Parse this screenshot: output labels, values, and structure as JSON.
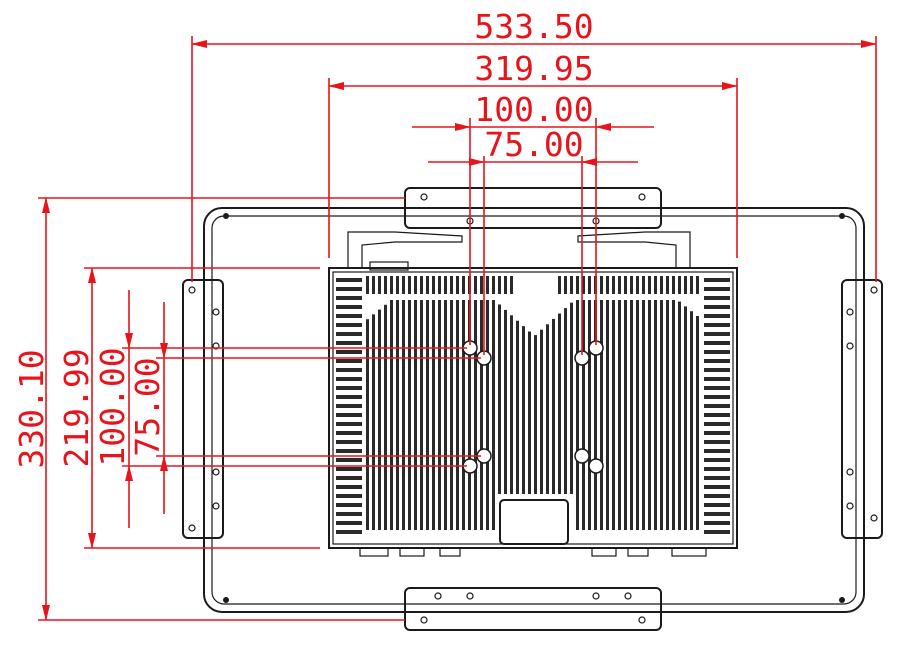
{
  "colors": {
    "dimension": "#e8141c",
    "outline": "#1a1a1a",
    "background": "#ffffff"
  },
  "dimensions": {
    "overall_width": "533.50",
    "heatsink_width": "319.95",
    "vesa_large_width": "100.00",
    "vesa_small_width": "75.00",
    "overall_height": "330.10",
    "heatsink_height": "219.99",
    "vesa_large_height": "100.00",
    "vesa_small_height": "75.00"
  }
}
